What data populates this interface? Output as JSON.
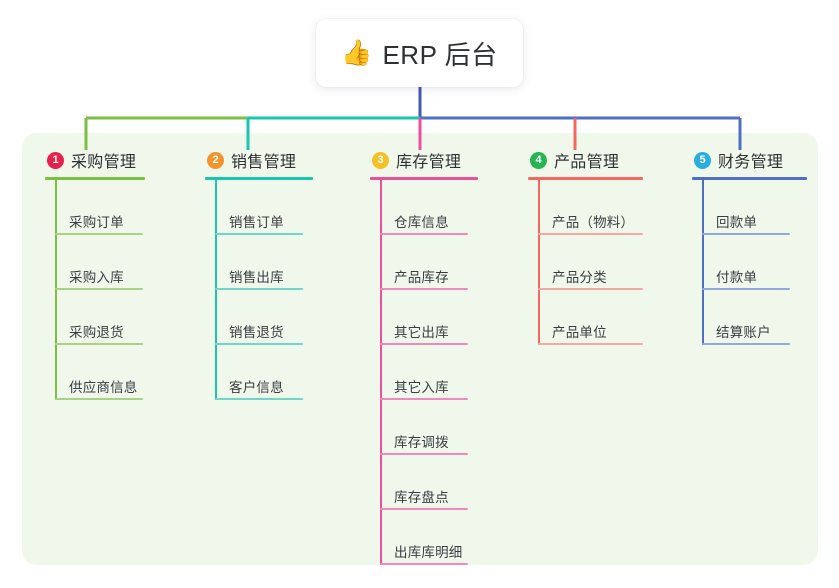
{
  "root": {
    "emoji": "👍",
    "emoji_name": "thumbs-up-icon",
    "title": "ERP 后台"
  },
  "palette": {
    "canvas_bg": "#ffffff",
    "panel_bg": "#f0f8ec",
    "root_bg": "#ffffff",
    "root_text": "#2e3033",
    "trunk_line": "#4457b5",
    "branch_green": "#7ac143",
    "branch_teal": "#19c6b0",
    "branch_pink": "#ee4f9b",
    "branch_red": "#f8665f",
    "branch_blue": "#4f6fc4"
  },
  "columns": [
    {
      "index": "1",
      "badge_color": "#e8204c",
      "line_color": "#7ac143",
      "leaf_line_color": "#a8d382",
      "title": "采购管理",
      "items": [
        "采购订单",
        "采购入库",
        "采购退货",
        "供应商信息"
      ]
    },
    {
      "index": "2",
      "badge_color": "#f5932e",
      "line_color": "#19c6b0",
      "leaf_line_color": "#6fd6ca",
      "title": "销售管理",
      "items": [
        "销售订单",
        "销售出库",
        "销售退货",
        "客户信息"
      ]
    },
    {
      "index": "3",
      "badge_color": "#f5c026",
      "line_color": "#ee4f9b",
      "leaf_line_color": "#f289bc",
      "title": "库存管理",
      "items": [
        "仓库信息",
        "产品库存",
        "其它出库",
        "其它入库",
        "库存调拨",
        "库存盘点",
        "出库库明细"
      ]
    },
    {
      "index": "4",
      "badge_color": "#26b552",
      "line_color": "#f8665f",
      "leaf_line_color": "#f6a9a2",
      "title": "产品管理",
      "items": [
        "产品（物料）",
        "产品分类",
        "产品单位"
      ]
    },
    {
      "index": "5",
      "badge_color": "#2aaee0",
      "line_color": "#4f6fc4",
      "leaf_line_color": "#92a8dd",
      "title": "财务管理",
      "items": [
        "回款单",
        "付款单",
        "结算账户"
      ]
    }
  ],
  "layout": {
    "column_left": [
      45,
      205,
      370,
      528,
      692
    ],
    "column_rule_width": [
      100,
      108,
      108,
      115,
      115
    ],
    "leaf_rule_width": [
      88,
      88,
      88,
      105,
      88
    ]
  }
}
